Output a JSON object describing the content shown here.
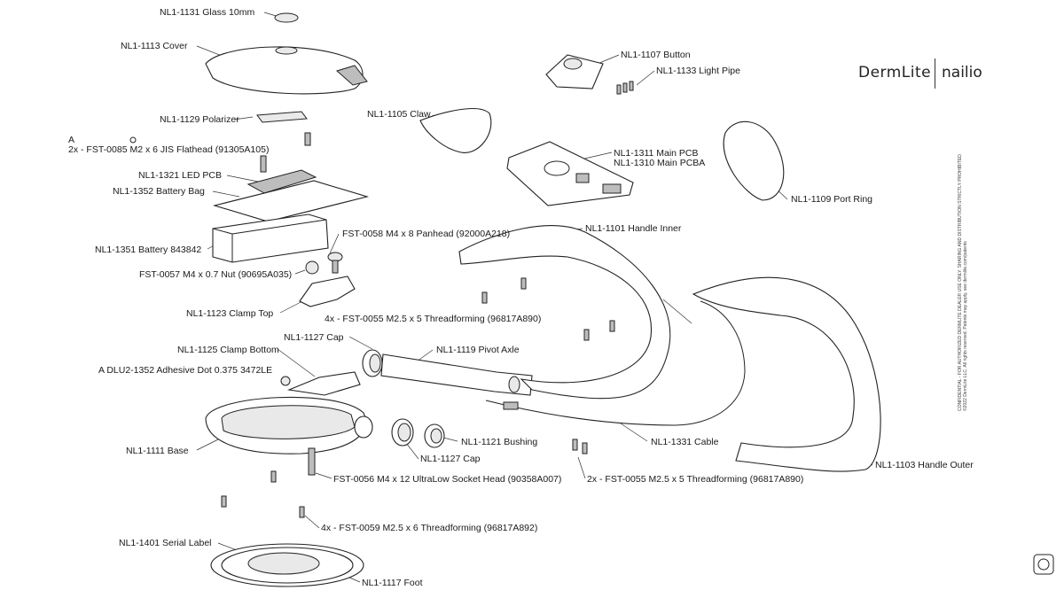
{
  "brand": {
    "name_1": "DermLite",
    "name_2": "nailio"
  },
  "labels": {
    "glass": "NL1-1131 Glass 10mm",
    "cover": "NL1-1113 Cover",
    "polarizer": "NL1-1129 Polarizer",
    "marker_a": "A",
    "flathead": "2x - FST-0085 M2 x 6 JIS Flathead (91305A105)",
    "led_pcb": "NL1-1321 LED PCB",
    "battery_bag": "NL1-1352 Battery Bag",
    "battery": "NL1-1351 Battery 843842",
    "panhead": "FST-0058 M4 x 8 Panhead (92000A218)",
    "nut": "FST-0057 M4 x 0.7 Nut (90695A035)",
    "clamp_top": "NL1-1123 Clamp Top",
    "threadforming_4x": "4x - FST-0055 M2.5 x 5 Threadforming (96817A890)",
    "cap_1": "NL1-1127 Cap",
    "clamp_bottom": "NL1-1125 Clamp Bottom",
    "adhesive": "A DLU2-1352 Adhesive Dot 0.375 3472LE",
    "pivot": "NL1-1119 Pivot Axle",
    "base": "NL1-1111 Base",
    "bushing": "NL1-1121 Bushing",
    "cap_2": "NL1-1127 Cap",
    "socket_head": "FST-0056 M4 x 12 UltraLow Socket Head (90358A007)",
    "threadforming_4x_b": "4x - FST-0059 M2.5 x 6 Threadforming (96817A892)",
    "serial": "NL1-1401 Serial Label",
    "foot": "NL1-1117 Foot",
    "button": "NL1-1107 Button",
    "light_pipe": "NL1-1133 Light Pipe",
    "claw": "NL1-1105 Claw",
    "main_pcb": "NL1-1311 Main PCB",
    "main_pcba": "NL1-1310 Main PCBA",
    "port_ring": "NL1-1109 Port Ring",
    "handle_inner": "NL1-1101 Handle Inner",
    "cable": "NL1-1331 Cable",
    "threadforming_2x": "2x - FST-0055 M2.5 x 5 Threadforming (96817A890)",
    "handle_outer": "NL1-1103 Handle Outer"
  },
  "notice": {
    "line_1": "CONFIDENTIAL - FOR AUTHORIZED DERMLITE DEALER USE ONLY. SHARING AND DISTRIBUTION STRICTLY PROHIBITED.",
    "line_2": "©2022 DermLite LLC. All rights reserved. Patents may apply, see dermlite.com/patents"
  }
}
